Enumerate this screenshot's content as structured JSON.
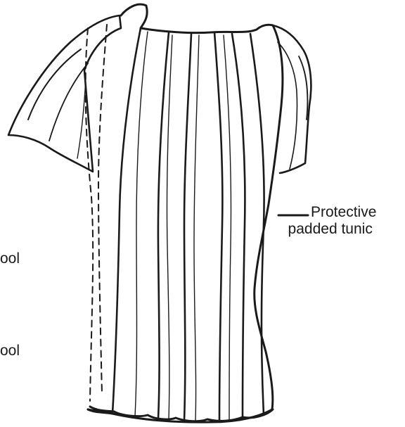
{
  "labels": {
    "left_top": "ool",
    "left_bottom": "ool",
    "right_line1": "Protective",
    "right_line2": "padded tunic"
  },
  "colors": {
    "ink": "#1a1a1a",
    "background": "#ffffff"
  }
}
